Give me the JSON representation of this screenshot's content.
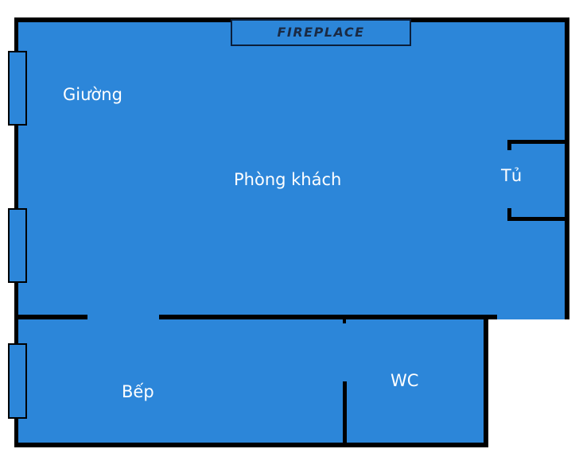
{
  "title": "Floor plan",
  "colors": {
    "room_fill": "#2c86d9",
    "wall": "#000000",
    "label": "#ffffff"
  },
  "fixtures": {
    "fireplace": "FIREPLACE"
  },
  "rooms": {
    "bedroom": "Giường",
    "living_room": "Phòng khách",
    "wardrobe": "Tủ",
    "kitchen": "Bếp",
    "wc": "WC"
  }
}
